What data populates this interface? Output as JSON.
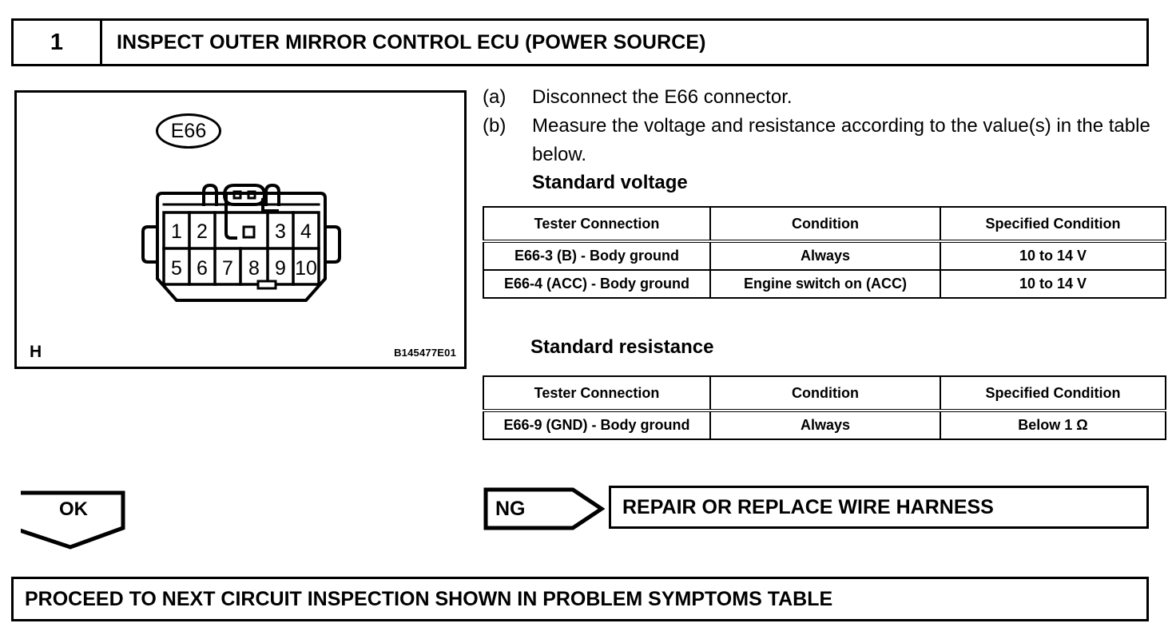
{
  "step": {
    "number": "1",
    "title": "INSPECT OUTER MIRROR CONTROL ECU (POWER SOURCE)"
  },
  "figure": {
    "connector_label": "E66",
    "view_label": "H",
    "figure_code": "B145477E01",
    "pins_top": [
      "1",
      "2",
      "3",
      "4"
    ],
    "pins_bottom": [
      "5",
      "6",
      "7",
      "8",
      "9",
      "10"
    ]
  },
  "instructions": [
    {
      "marker": "(a)",
      "text": "Disconnect the E66 connector."
    },
    {
      "marker": "(b)",
      "text": "Measure the voltage and resistance according to the value(s) in the table below."
    }
  ],
  "voltage": {
    "heading": "Standard voltage",
    "columns": [
      "Tester Connection",
      "Condition",
      "Specified Condition"
    ],
    "rows": [
      [
        "E66-3 (B) - Body ground",
        "Always",
        "10 to 14 V"
      ],
      [
        "E66-4 (ACC) - Body ground",
        "Engine switch on (ACC)",
        "10 to 14 V"
      ]
    ]
  },
  "resistance": {
    "heading": "Standard resistance",
    "columns": [
      "Tester Connection",
      "Condition",
      "Specified Condition"
    ],
    "rows": [
      [
        "E66-9 (GND) - Body ground",
        "Always",
        "Below 1 Ω"
      ]
    ]
  },
  "flow": {
    "ok_label": "OK",
    "ng_label": "NG",
    "ng_result": "REPAIR OR REPLACE WIRE HARNESS",
    "next_step": "PROCEED TO NEXT CIRCUIT INSPECTION SHOWN IN PROBLEM SYMPTOMS TABLE"
  },
  "colors": {
    "ink": "#000000",
    "paper": "#ffffff"
  }
}
